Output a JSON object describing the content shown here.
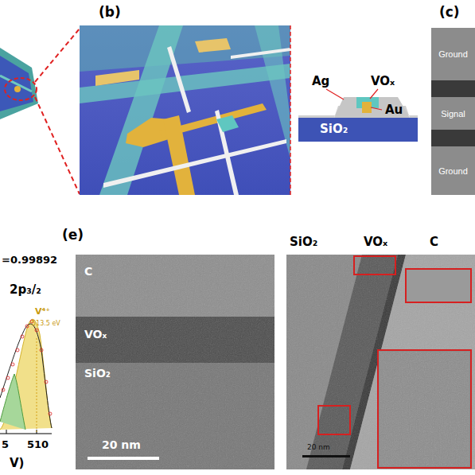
{
  "diagram": {
    "nodes": [
      {
        "text": [
          "Ground"
        ]
      },
      {
        "text": [
          "Signal"
        ]
      },
      {
        "text": [
          "Ground"
        ]
      }
    ],
    "labels": [
      "(b)",
      "(c)",
      "Ag",
      "VOₓ",
      "Au",
      "SiO₂",
      "=0.99892",
      "2p₃/₂",
      "V⁴⁺",
      "513.5 eV",
      "5",
      "510",
      "V)",
      "(e)",
      "C",
      "VOₓ",
      "SiO₂",
      "20 nm",
      "SiO₂",
      "VOₓ",
      "C",
      "20 nm"
    ]
  }
}
